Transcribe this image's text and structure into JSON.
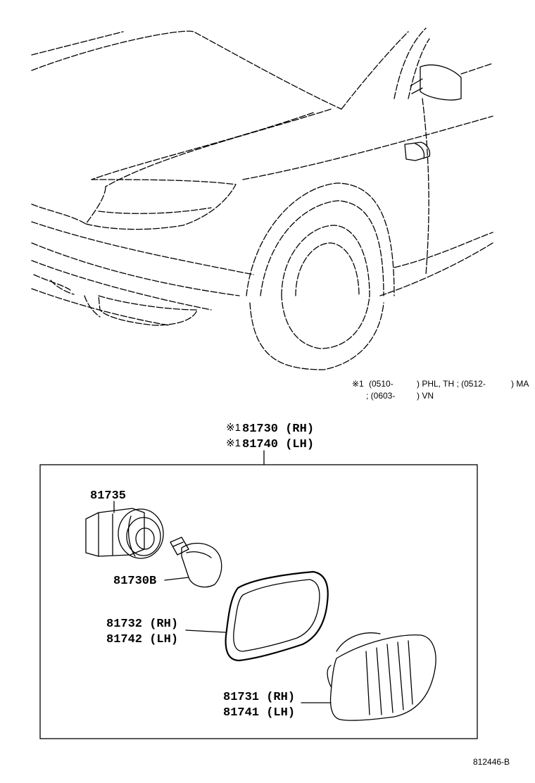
{
  "note": {
    "line1": {
      "mark": "※1",
      "range1": "(0510-",
      "markets1": ") PHL, TH ; (0512-",
      "markets2": ") MA"
    },
    "line2": {
      "range2": "; (0603-",
      "markets3": ") VN"
    }
  },
  "assembly": {
    "mark": "※1",
    "rh": "81730 (RH)",
    "lh": "81740 (LH)"
  },
  "parts": {
    "socket": "81735",
    "bulb": "81730B",
    "gasket_rh": "81732 (RH)",
    "gasket_lh": "81742 (LH)",
    "lens_rh": "81731 (RH)",
    "lens_lh": "81741 (LH)"
  },
  "diagram_code": "812446-B"
}
